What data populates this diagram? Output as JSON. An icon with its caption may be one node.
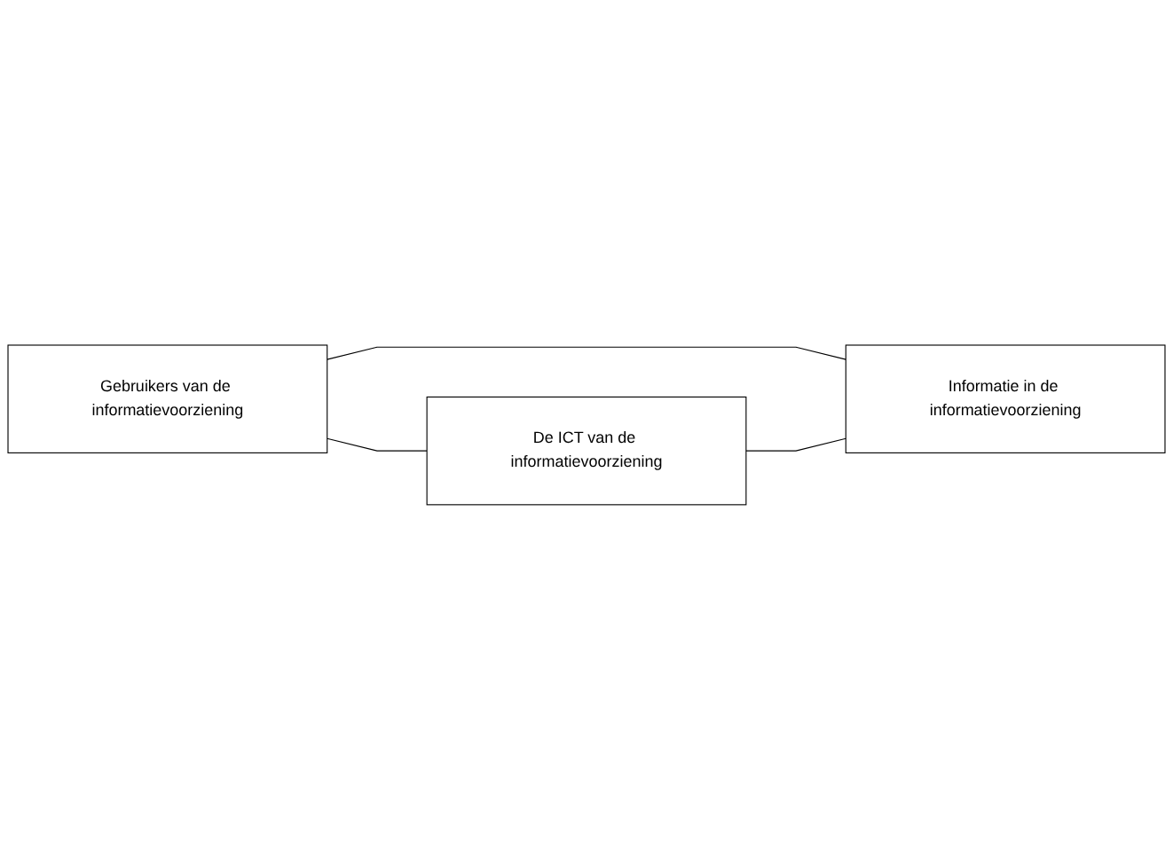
{
  "diagram": {
    "nodes": [
      {
        "text": [
          "Gebruikers van de informatievoorziening"
        ]
      },
      {
        "text": [
          "Informatie in de informatievoorziening"
        ]
      },
      {
        "text": [
          "De ICT van de informatievoorziening"
        ]
      }
    ],
    "edges": [
      {
        "from": 0,
        "to": 1,
        "arrow": "none"
      },
      {
        "from": 0,
        "to": 2,
        "arrow": "none"
      },
      {
        "from": 2,
        "to": 1,
        "arrow": "none"
      }
    ]
  }
}
